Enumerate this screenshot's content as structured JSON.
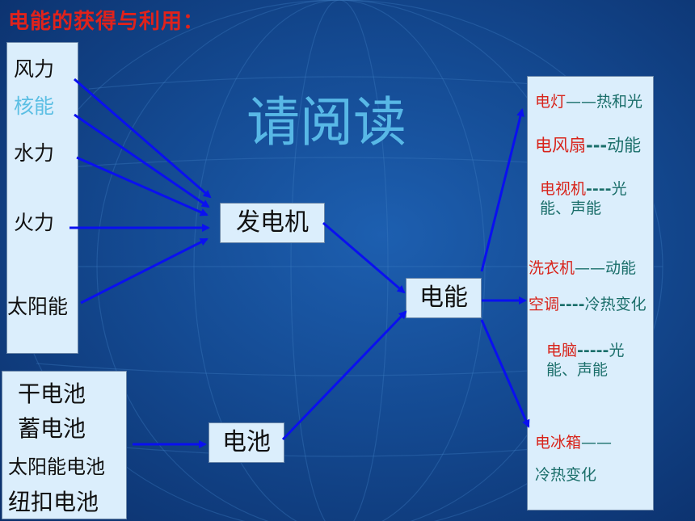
{
  "title": "电能的获得与利用：",
  "watermark": "请阅读",
  "sources": [
    "风力",
    "核能",
    "水力",
    "火力",
    "太阳能"
  ],
  "batteries": [
    "干电池",
    "蓄电池",
    "太阳能电池",
    "纽扣电池"
  ],
  "nodes": {
    "generator": "发电机",
    "battery": "电池",
    "electric_energy": "电能"
  },
  "uses": [
    {
      "name": "电灯",
      "sep": "——",
      "effect": "热和光"
    },
    {
      "name": "电风扇",
      "sep": "---",
      "effect": "动能"
    },
    {
      "name": "电视机",
      "sep": "----",
      "effect": "光能、声能"
    },
    {
      "name": "洗衣机",
      "sep": "——",
      "effect": "动能"
    },
    {
      "name": "空调",
      "sep": "----",
      "effect": "冷热变化"
    },
    {
      "name": "电脑",
      "sep": "-----",
      "effect": "光能、声能"
    },
    {
      "name": "电冰箱",
      "sep": "——",
      "effect": "冷热变化"
    }
  ],
  "colors": {
    "arrow": "#0a10f0",
    "title": "#e0221b",
    "watermark": "#58b8e6",
    "device": "#d8241b",
    "effect": "#1a6e6a",
    "box": "#dbeefc"
  }
}
